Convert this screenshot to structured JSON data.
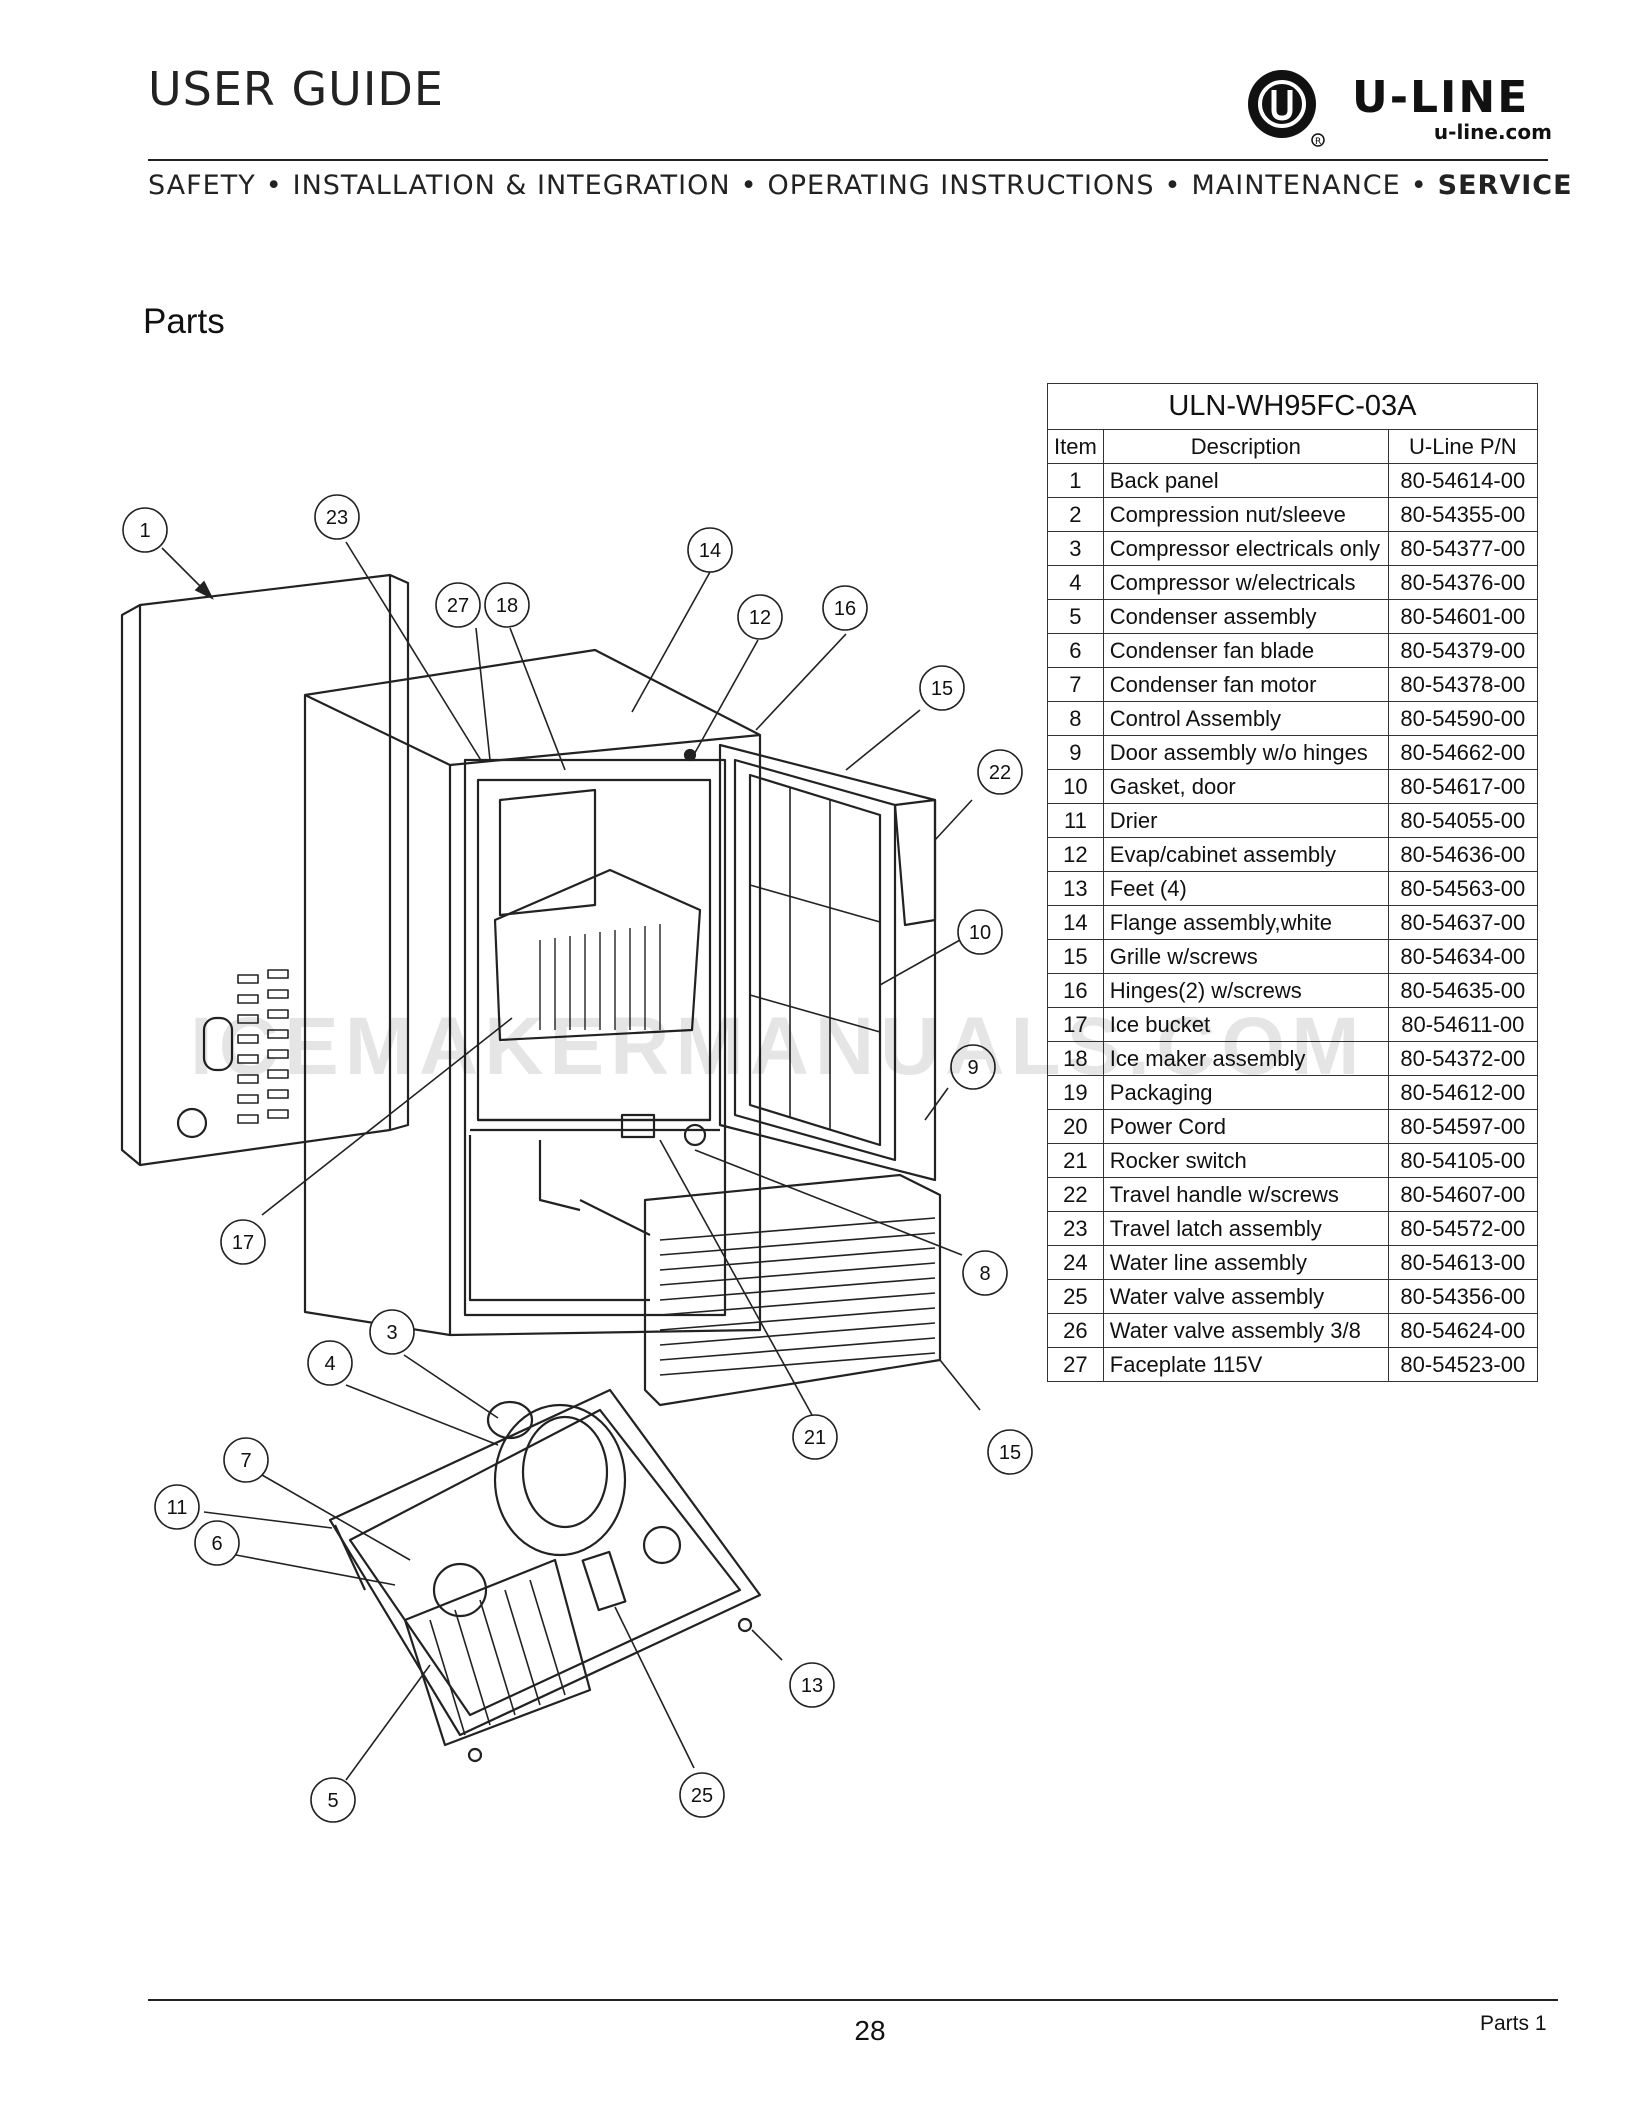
{
  "header": {
    "title": "USER GUIDE",
    "brand": "U-LINE",
    "brand_url": "u-line.com",
    "nav": [
      "SAFETY",
      "INSTALLATION & INTEGRATION",
      "OPERATING INSTRUCTIONS",
      "MAINTENANCE",
      "SERVICE"
    ],
    "nav_active": "SERVICE"
  },
  "section_title": "Parts",
  "parts_table": {
    "caption": "ULN-WH95FC-03A",
    "columns": [
      "Item",
      "Description",
      "U-Line P/N"
    ],
    "rows": [
      [
        "1",
        "Back panel",
        "80-54614-00"
      ],
      [
        "2",
        "Compression nut/sleeve",
        "80-54355-00"
      ],
      [
        "3",
        "Compressor electricals only",
        "80-54377-00"
      ],
      [
        "4",
        "Compressor w/electricals",
        "80-54376-00"
      ],
      [
        "5",
        "Condenser assembly",
        "80-54601-00"
      ],
      [
        "6",
        "Condenser fan blade",
        "80-54379-00"
      ],
      [
        "7",
        "Condenser fan motor",
        "80-54378-00"
      ],
      [
        "8",
        "Control Assembly",
        "80-54590-00"
      ],
      [
        "9",
        "Door assembly w/o hinges",
        "80-54662-00"
      ],
      [
        "10",
        "Gasket, door",
        "80-54617-00"
      ],
      [
        "11",
        "Drier",
        "80-54055-00"
      ],
      [
        "12",
        "Evap/cabinet assembly",
        "80-54636-00"
      ],
      [
        "13",
        "Feet (4)",
        "80-54563-00"
      ],
      [
        "14",
        "Flange assembly,white",
        "80-54637-00"
      ],
      [
        "15",
        "Grille w/screws",
        "80-54634-00"
      ],
      [
        "16",
        "Hinges(2) w/screws",
        "80-54635-00"
      ],
      [
        "17",
        "Ice bucket",
        "80-54611-00"
      ],
      [
        "18",
        "Ice maker assembly",
        "80-54372-00"
      ],
      [
        "19",
        "Packaging",
        "80-54612-00"
      ],
      [
        "20",
        "Power Cord",
        "80-54597-00"
      ],
      [
        "21",
        "Rocker switch",
        "80-54105-00"
      ],
      [
        "22",
        "Travel handle w/screws",
        "80-54607-00"
      ],
      [
        "23",
        "Travel latch assembly",
        "80-54572-00"
      ],
      [
        "24",
        "Water line assembly",
        "80-54613-00"
      ],
      [
        "25",
        "Water valve assembly",
        "80-54356-00"
      ],
      [
        "26",
        "Water valve assembly 3/8",
        "80-54624-00"
      ],
      [
        "27",
        "Faceplate 115V",
        "80-54523-00"
      ]
    ]
  },
  "diagram_callouts": [
    "1",
    "23",
    "27",
    "18",
    "14",
    "12",
    "16",
    "15",
    "22",
    "10",
    "9",
    "8",
    "17",
    "3",
    "4",
    "21",
    "15",
    "7",
    "11",
    "6",
    "13",
    "5",
    "25"
  ],
  "watermark": "ICEMAKERMANUALS.COM",
  "footer": {
    "page_number": "28",
    "label": "Parts 1"
  }
}
